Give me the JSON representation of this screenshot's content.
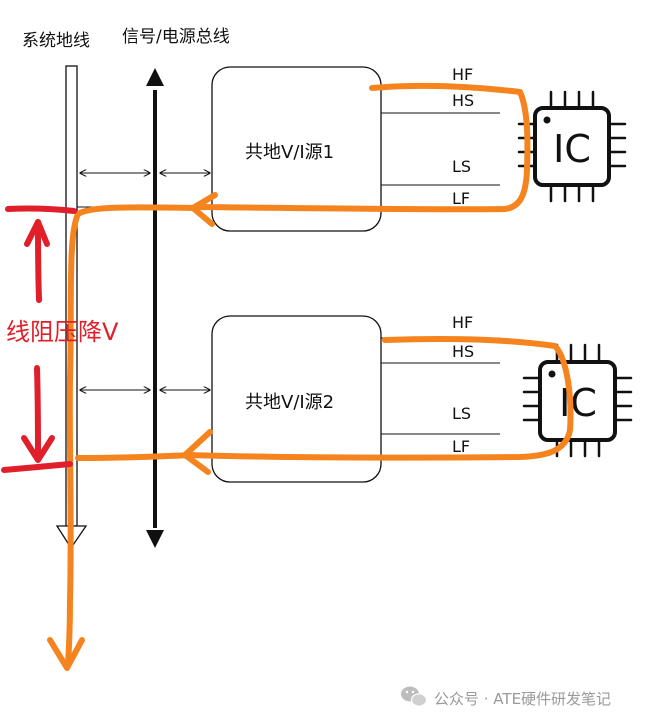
{
  "labels": {
    "system_ground": "系统地线",
    "signal_power_bus": "信号/电源总线",
    "group1_box": "共地V/I源1",
    "group2_box": "共地V/I源2",
    "voltage_drop": "线阻压降V"
  },
  "group1_signals": [
    "HF",
    "HS",
    "LS",
    "LF"
  ],
  "group2_signals": [
    "HF",
    "HS",
    "LS",
    "LF"
  ],
  "ic_label": "IC",
  "watermark": {
    "icon": "wechat-icon",
    "text": "公众号 · ATE硬件研发笔记"
  },
  "colors": {
    "current_path": "#f5841f",
    "voltage_drop": "#e01f2a",
    "ink": "#111111"
  }
}
